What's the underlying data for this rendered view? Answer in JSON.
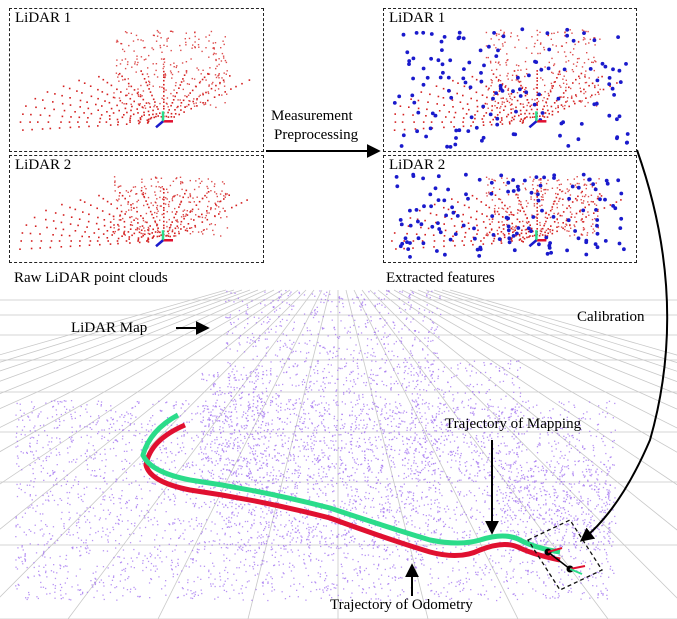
{
  "panels": {
    "raw_lidar1": "LiDAR 1",
    "raw_lidar2": "LiDAR 2",
    "feat_lidar1": "LiDAR 1",
    "feat_lidar2": "LiDAR 2"
  },
  "captions": {
    "raw": "Raw LiDAR point clouds",
    "extracted": "Extracted features"
  },
  "labels": {
    "measurement": "Measurement",
    "preprocessing": "Preprocessing",
    "calibration": "Calibration",
    "lidar_map": "LiDAR Map",
    "traj_mapping": "Trajectory of Mapping",
    "traj_odometry": "Trajectory of Odometry"
  },
  "colors": {
    "raw_points": "#d42020",
    "feature_points": "#1a1acc",
    "map_points": "#a070f0",
    "traj_mapping": "#2bdc8a",
    "traj_odometry": "#e01030"
  }
}
